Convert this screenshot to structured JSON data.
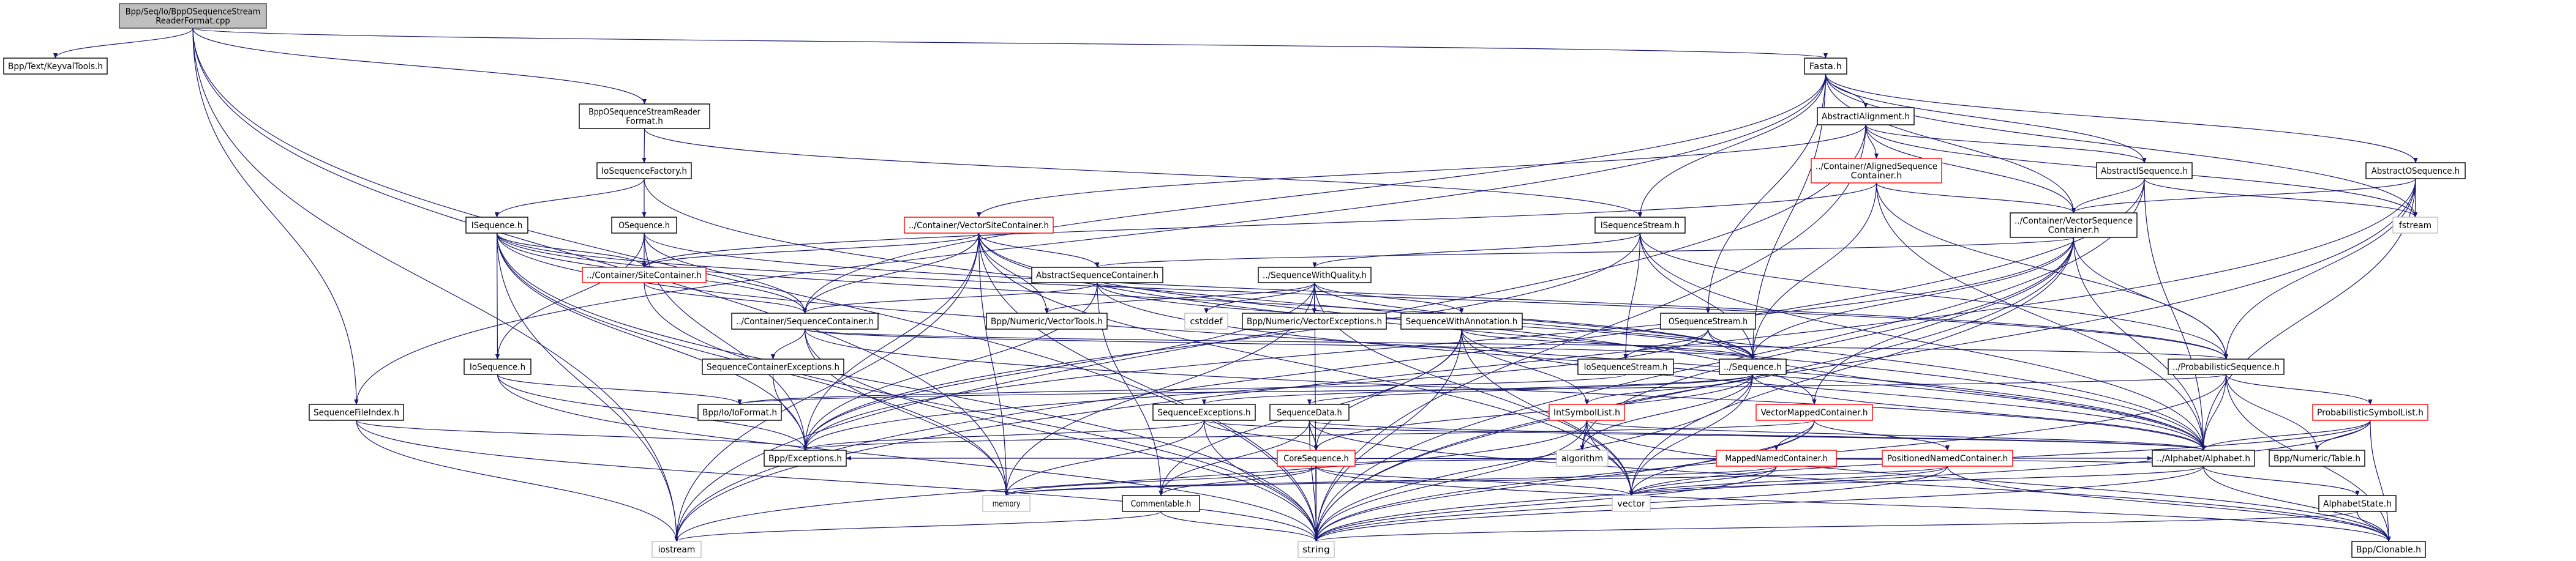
{
  "colors": {
    "edge": "#191970",
    "main_fill": "#bfbfbf",
    "missing_border": "#ff0000",
    "system_border": "#bfbfbf"
  },
  "nodes": {
    "main": {
      "lines": [
        "Bpp/Seq/Io/BppOSequenceStream",
        "ReaderFormat.cpp"
      ]
    },
    "keyval": {
      "lines": [
        "Bpp/Text/KeyvalTools.h"
      ]
    },
    "bosrf": {
      "lines": [
        "BppOSequenceStreamReader",
        "Format.h"
      ]
    },
    "iosf": {
      "lines": [
        "IoSequenceFactory.h"
      ]
    },
    "iseq": {
      "lines": [
        "ISequence.h"
      ]
    },
    "oseq": {
      "lines": [
        "OSequence.h"
      ]
    },
    "sitec": {
      "lines": [
        "../Container/SiteContainer.h"
      ]
    },
    "vsc": {
      "lines": [
        "../Container/VectorSiteContainer.h"
      ]
    },
    "asc": {
      "lines": [
        "AbstractSequenceContainer.h"
      ]
    },
    "swq": {
      "lines": [
        "../SequenceWithQuality.h"
      ]
    },
    "seqc": {
      "lines": [
        "../Container/SequenceContainer.h"
      ]
    },
    "vtools": {
      "lines": [
        "Bpp/Numeric/VectorTools.h"
      ]
    },
    "cstddef": {
      "lines": [
        "cstddef"
      ]
    },
    "vexc": {
      "lines": [
        "Bpp/Numeric/VectorExceptions.h"
      ]
    },
    "swa": {
      "lines": [
        "SequenceWithAnnotation.h"
      ]
    },
    "sce": {
      "lines": [
        "SequenceContainerExceptions.h"
      ]
    },
    "iofmt": {
      "lines": [
        "Bpp/Io/IoFormat.h"
      ]
    },
    "exc": {
      "lines": [
        "Bpp/Exceptions.h"
      ]
    },
    "ioseq": {
      "lines": [
        "IoSequence.h"
      ]
    },
    "sfi": {
      "lines": [
        "SequenceFileIndex.h"
      ]
    },
    "memory": {
      "lines": [
        "memory"
      ]
    },
    "comm": {
      "lines": [
        "Commentable.h"
      ]
    },
    "seqexc": {
      "lines": [
        "SequenceExceptions.h"
      ]
    },
    "sdata": {
      "lines": [
        "SequenceData.h"
      ]
    },
    "core": {
      "lines": [
        "CoreSequence.h"
      ]
    },
    "string": {
      "lines": [
        "string"
      ]
    },
    "iostream": {
      "lines": [
        "iostream"
      ]
    },
    "fasta": {
      "lines": [
        "Fasta.h"
      ]
    },
    "aalign": {
      "lines": [
        "AbstractIAlignment.h"
      ]
    },
    "aligned": {
      "lines": [
        "../Container/AlignedSequence",
        "Container.h"
      ]
    },
    "iss": {
      "lines": [
        "ISequenceStream.h"
      ]
    },
    "oss": {
      "lines": [
        "OSequenceStream.h"
      ]
    },
    "ioss": {
      "lines": [
        "IoSequenceStream.h"
      ]
    },
    "seq": {
      "lines": [
        "../Sequence.h"
      ]
    },
    "isl": {
      "lines": [
        "IntSymbolList.h"
      ]
    },
    "vmc": {
      "lines": [
        "VectorMappedContainer.h"
      ]
    },
    "algo": {
      "lines": [
        "algorithm"
      ]
    },
    "mnc": {
      "lines": [
        "MappedNamedContainer.h"
      ]
    },
    "pnc": {
      "lines": [
        "PositionedNamedContainer.h"
      ]
    },
    "vector": {
      "lines": [
        "vector"
      ]
    },
    "aiseq": {
      "lines": [
        "AbstractISequence.h"
      ]
    },
    "aoseq": {
      "lines": [
        "AbstractOSequence.h"
      ]
    },
    "fstream": {
      "lines": [
        "fstream"
      ]
    },
    "vseqc": {
      "lines": [
        "../Container/VectorSequence",
        "Container.h"
      ]
    },
    "probseq": {
      "lines": [
        "../ProbabilisticSequence.h"
      ]
    },
    "psl": {
      "lines": [
        "ProbabilisticSymbolList.h"
      ]
    },
    "alpha": {
      "lines": [
        "../Alphabet/Alphabet.h"
      ]
    },
    "table": {
      "lines": [
        "Bpp/Numeric/Table.h"
      ]
    },
    "astate": {
      "lines": [
        "AlphabetState.h"
      ]
    },
    "clon": {
      "lines": [
        "Bpp/Clonable.h"
      ]
    }
  },
  "edges": [
    [
      "main",
      "keyval"
    ],
    [
      "main",
      "bosrf"
    ],
    [
      "main",
      "fasta"
    ],
    [
      "main",
      "string"
    ],
    [
      "main",
      "iostream"
    ],
    [
      "main",
      "memory"
    ],
    [
      "main",
      "sfi"
    ],
    [
      "bosrf",
      "iosf"
    ],
    [
      "bosrf",
      "iss"
    ],
    [
      "iosf",
      "iseq"
    ],
    [
      "iosf",
      "oseq"
    ],
    [
      "iosf",
      "alpha"
    ],
    [
      "fasta",
      "aalign"
    ],
    [
      "fasta",
      "iss"
    ],
    [
      "fasta",
      "oss"
    ],
    [
      "fasta",
      "seq"
    ],
    [
      "fasta",
      "seqc"
    ],
    [
      "fasta",
      "vseqc"
    ],
    [
      "fasta",
      "aiseq"
    ],
    [
      "fasta",
      "aoseq"
    ],
    [
      "fasta",
      "fstream"
    ],
    [
      "fasta",
      "sfi"
    ],
    [
      "aalign",
      "aligned"
    ],
    [
      "aalign",
      "vsc"
    ],
    [
      "aalign",
      "aiseq"
    ],
    [
      "aalign",
      "vseqc"
    ],
    [
      "aalign",
      "fstream"
    ],
    [
      "aalign",
      "iostream"
    ],
    [
      "aalign",
      "string"
    ],
    [
      "aligned",
      "sitec"
    ],
    [
      "aligned",
      "vseqc"
    ],
    [
      "aligned",
      "seq"
    ],
    [
      "aligned",
      "alpha"
    ],
    [
      "aligned",
      "probseq"
    ],
    [
      "iseq",
      "sitec"
    ],
    [
      "iseq",
      "seqc"
    ],
    [
      "iseq",
      "ioseq"
    ],
    [
      "iseq",
      "exc"
    ],
    [
      "iseq",
      "iostream"
    ],
    [
      "iseq",
      "string"
    ],
    [
      "iseq",
      "memory"
    ],
    [
      "iseq",
      "seq"
    ],
    [
      "iseq",
      "probseq"
    ],
    [
      "iseq",
      "alpha"
    ],
    [
      "oseq",
      "sitec"
    ],
    [
      "oseq",
      "seqc"
    ],
    [
      "oseq",
      "ioseq"
    ],
    [
      "oseq",
      "exc"
    ],
    [
      "oseq",
      "probseq"
    ],
    [
      "ioseq",
      "iofmt"
    ],
    [
      "ioseq",
      "exc"
    ],
    [
      "ioseq",
      "string"
    ],
    [
      "sfi",
      "exc"
    ],
    [
      "sfi",
      "string"
    ],
    [
      "sfi",
      "iostream"
    ],
    [
      "sitec",
      "seqc"
    ],
    [
      "sitec",
      "string"
    ],
    [
      "vsc",
      "sitec"
    ],
    [
      "vsc",
      "seqc"
    ],
    [
      "vsc",
      "asc"
    ],
    [
      "vsc",
      "vtools"
    ],
    [
      "vsc",
      "exc"
    ],
    [
      "vsc",
      "vector"
    ],
    [
      "vsc",
      "string"
    ],
    [
      "vsc",
      "iostream"
    ],
    [
      "vsc",
      "memory"
    ],
    [
      "vsc",
      "vmc"
    ],
    [
      "vsc",
      "alpha"
    ],
    [
      "asc",
      "seqc"
    ],
    [
      "asc",
      "comm"
    ],
    [
      "asc",
      "seq"
    ],
    [
      "asc",
      "alpha"
    ],
    [
      "asc",
      "exc"
    ],
    [
      "seqc",
      "sce"
    ],
    [
      "seqc",
      "memory"
    ],
    [
      "seqc",
      "string"
    ],
    [
      "seqc",
      "seq"
    ],
    [
      "seqc",
      "probseq"
    ],
    [
      "seqc",
      "alpha"
    ],
    [
      "sce",
      "exc"
    ],
    [
      "swq",
      "seq"
    ],
    [
      "swq",
      "vtools"
    ],
    [
      "swq",
      "vexc"
    ],
    [
      "swq",
      "swa"
    ],
    [
      "swq",
      "cstddef"
    ],
    [
      "swq",
      "string"
    ],
    [
      "swq",
      "vector"
    ],
    [
      "swq",
      "exc"
    ],
    [
      "swq",
      "memory"
    ],
    [
      "swa",
      "seq"
    ],
    [
      "swa",
      "isl"
    ],
    [
      "swa",
      "core"
    ],
    [
      "swa",
      "vector"
    ],
    [
      "swa",
      "string"
    ],
    [
      "swa",
      "alpha"
    ],
    [
      "swa",
      "comm"
    ],
    [
      "iss",
      "seq"
    ],
    [
      "iss",
      "ioss"
    ],
    [
      "iss",
      "exc"
    ],
    [
      "iss",
      "swq"
    ],
    [
      "iss",
      "probseq"
    ],
    [
      "iss",
      "alpha"
    ],
    [
      "oss",
      "ioss"
    ],
    [
      "oss",
      "seq"
    ],
    [
      "oss",
      "exc"
    ],
    [
      "oss",
      "alpha"
    ],
    [
      "ioss",
      "iofmt"
    ],
    [
      "seq",
      "seqexc"
    ],
    [
      "seq",
      "sdata"
    ],
    [
      "seq",
      "core"
    ],
    [
      "seq",
      "isl"
    ],
    [
      "seq",
      "algo"
    ],
    [
      "seq",
      "vector"
    ],
    [
      "seq",
      "string"
    ],
    [
      "seq",
      "alpha"
    ],
    [
      "seqexc",
      "exc"
    ],
    [
      "seqexc",
      "memory"
    ],
    [
      "seqexc",
      "string"
    ],
    [
      "seqexc",
      "core"
    ],
    [
      "seqexc",
      "alpha"
    ],
    [
      "sdata",
      "core"
    ],
    [
      "sdata",
      "comm"
    ],
    [
      "sdata",
      "string"
    ],
    [
      "sdata",
      "alpha"
    ],
    [
      "sdata",
      "clon"
    ],
    [
      "core",
      "string"
    ],
    [
      "core",
      "vector"
    ],
    [
      "core",
      "comm"
    ],
    [
      "core",
      "alpha"
    ],
    [
      "core",
      "clon"
    ],
    [
      "core",
      "memory"
    ],
    [
      "isl",
      "algo"
    ],
    [
      "isl",
      "vector"
    ],
    [
      "isl",
      "string"
    ],
    [
      "isl",
      "iostream"
    ],
    [
      "isl",
      "alpha"
    ],
    [
      "isl",
      "clon"
    ],
    [
      "vmc",
      "mnc"
    ],
    [
      "vmc",
      "pnc"
    ],
    [
      "vmc",
      "vector"
    ],
    [
      "vmc",
      "string"
    ],
    [
      "vmc",
      "exc"
    ],
    [
      "mnc",
      "string"
    ],
    [
      "mnc",
      "memory"
    ],
    [
      "mnc",
      "vector"
    ],
    [
      "pnc",
      "vector"
    ],
    [
      "pnc",
      "string"
    ],
    [
      "pnc",
      "memory"
    ],
    [
      "pnc",
      "clon"
    ],
    [
      "comm",
      "string"
    ],
    [
      "comm",
      "iostream"
    ],
    [
      "aiseq",
      "vseqc"
    ],
    [
      "aiseq",
      "alpha"
    ],
    [
      "aiseq",
      "fstream"
    ],
    [
      "aiseq",
      "string"
    ],
    [
      "aiseq",
      "iostream"
    ],
    [
      "aoseq",
      "vseqc"
    ],
    [
      "aoseq",
      "probseq"
    ],
    [
      "aoseq",
      "fstream"
    ],
    [
      "aoseq",
      "alpha"
    ],
    [
      "aoseq",
      "string"
    ],
    [
      "aoseq",
      "iostream"
    ],
    [
      "vseqc",
      "asc"
    ],
    [
      "vseqc",
      "vmc"
    ],
    [
      "vseqc",
      "seq"
    ],
    [
      "vseqc",
      "probseq"
    ],
    [
      "vseqc",
      "alpha"
    ],
    [
      "vseqc",
      "algo"
    ],
    [
      "vseqc",
      "vector"
    ],
    [
      "vseqc",
      "string"
    ],
    [
      "vseqc",
      "exc"
    ],
    [
      "probseq",
      "psl"
    ],
    [
      "probseq",
      "table"
    ],
    [
      "probseq",
      "alpha"
    ],
    [
      "probseq",
      "clon"
    ],
    [
      "probseq",
      "iofmt"
    ],
    [
      "probseq",
      "string"
    ],
    [
      "psl",
      "alpha"
    ],
    [
      "psl",
      "table"
    ],
    [
      "psl",
      "clon"
    ],
    [
      "psl",
      "string"
    ],
    [
      "psl",
      "vector"
    ],
    [
      "alpha",
      "astate"
    ],
    [
      "alpha",
      "clon"
    ],
    [
      "alpha",
      "exc"
    ],
    [
      "alpha",
      "string"
    ],
    [
      "alpha",
      "vector"
    ],
    [
      "astate",
      "clon"
    ],
    [
      "astate",
      "string"
    ]
  ]
}
